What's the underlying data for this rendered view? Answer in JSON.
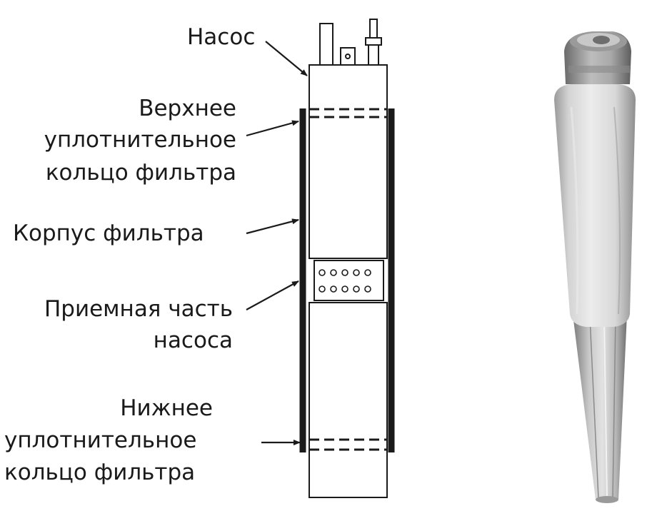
{
  "labels": {
    "pump": "Насос",
    "upper_ring": [
      "Верхнее",
      "уплотнительное",
      "кольцо фильтра"
    ],
    "filter_body": "Корпус фильтра",
    "intake": [
      "Приемная часть",
      "насоса"
    ],
    "lower_ring": [
      "Нижнее",
      "уплотнительное",
      "кольцо фильтра"
    ]
  },
  "colors": {
    "ink": "#1a1a1a",
    "background": "#ffffff",
    "filter_photo": "#d9d9d9"
  }
}
